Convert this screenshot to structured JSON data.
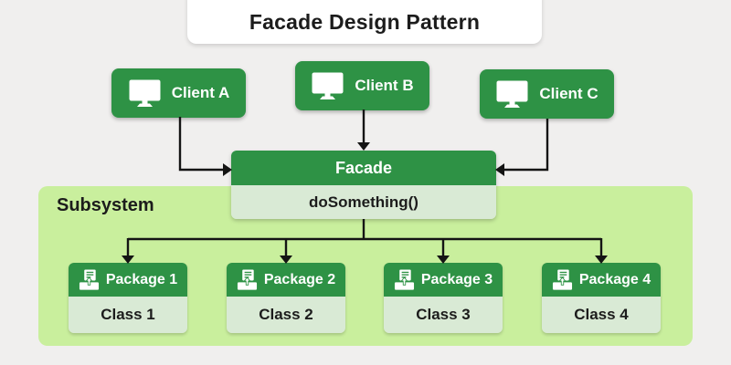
{
  "title": "Facade Design Pattern",
  "clients": [
    {
      "label": "Client A"
    },
    {
      "label": "Client B"
    },
    {
      "label": "Client C"
    }
  ],
  "facade": {
    "title": "Facade",
    "method": "doSomething()"
  },
  "subsystem": {
    "label": "Subsystem",
    "packages": [
      {
        "name": "Package 1",
        "class": "Class 1"
      },
      {
        "name": "Package 2",
        "class": "Class 2"
      },
      {
        "name": "Package 3",
        "class": "Class 3"
      },
      {
        "name": "Package 4",
        "class": "Class 4"
      }
    ]
  },
  "colors": {
    "green": "#2e9245",
    "subsystem": "#c9ef9d",
    "pale": "#d9ead5",
    "bg": "#f0efee",
    "arrow": "#141414",
    "text_dark": "#1c1c1c",
    "text_light": "#ffffff"
  }
}
